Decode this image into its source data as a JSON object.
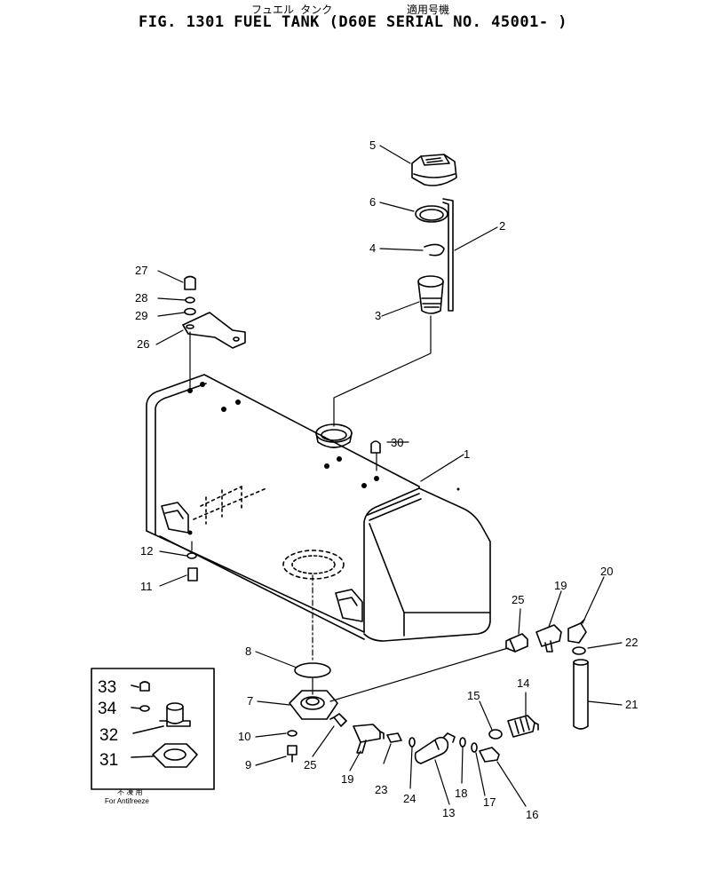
{
  "header": {
    "jp_name": "フュエル タンク",
    "jp_applicable": "適用号機",
    "title": "FIG. 1301  FUEL TANK  (D60E  SERIAL  NO. 45001- )"
  },
  "inset": {
    "jp_label": "不 凍 用",
    "en_label": "For Antifreeze",
    "callouts": [
      "33",
      "34",
      "32",
      "31"
    ]
  },
  "callouts": {
    "c1": "1",
    "c2": "2",
    "c3": "3",
    "c4": "4",
    "c5": "5",
    "c6": "6",
    "c7": "7",
    "c8": "8",
    "c9": "9",
    "c10": "10",
    "c11": "11",
    "c12": "12",
    "c13": "13",
    "c14": "14",
    "c15": "15",
    "c16": "16",
    "c17": "17",
    "c18": "18",
    "c19a": "19",
    "c19b": "19",
    "c20": "20",
    "c21": "21",
    "c22": "22",
    "c23": "23",
    "c24": "24",
    "c25a": "25",
    "c25b": "25",
    "c26": "26",
    "c27": "27",
    "c28": "28",
    "c29": "29",
    "c30": "30"
  }
}
